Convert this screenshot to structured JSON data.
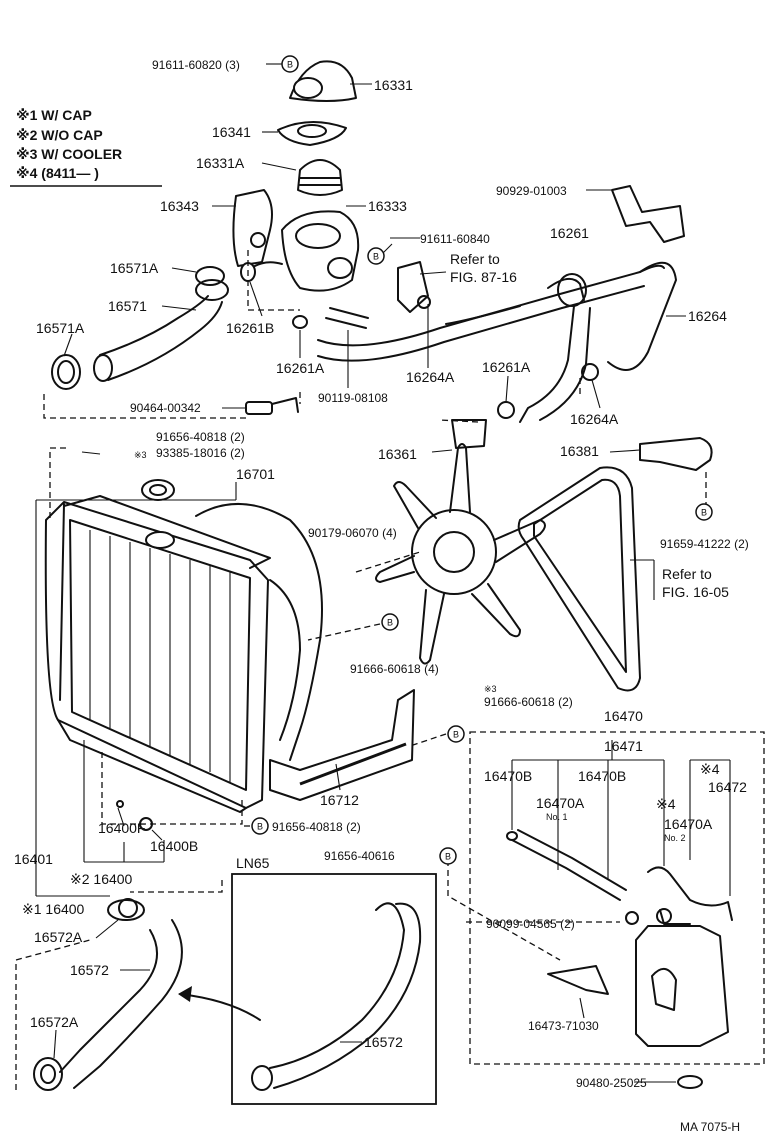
{
  "legend": {
    "items": [
      "※1 W/ CAP",
      "※2 W/O CAP",
      "※3 W/ COOLER",
      "※4 (8411—        )"
    ]
  },
  "labels": {
    "p91611_60820": "91611-60820 (3)",
    "p16331": "16331",
    "p16341": "16341",
    "p16331A": "16331A",
    "p16343": "16343",
    "p16333": "16333",
    "p91611_60840": "91611-60840",
    "p90929_01003": "90929-01003",
    "p16261": "16261",
    "refer_87_line1": "Refer to",
    "refer_87_line2": "FIG. 87-16",
    "p16571A_top": "16571A",
    "p16571": "16571",
    "p16571A_left": "16571A",
    "p16261B": "16261B",
    "p16264": "16264",
    "p16261A_left": "16261A",
    "p16264A_mid": "16264A",
    "p16261A_right": "16261A",
    "p90119_08108": "90119-08108",
    "p16264A_right": "16264A",
    "p90464_00342": "90464-00342",
    "p91656_40818_top": "91656-40818 (2)",
    "p93385_18016": "93385-18016 (2)",
    "mark_s3_bolt": "※3",
    "p16361": "16361",
    "p16381": "16381",
    "p16701": "16701",
    "p90179_06070": "90179-06070 (4)",
    "p91659_41222": "91659-41222 (2)",
    "refer_1605_line1": "Refer to",
    "refer_1605_line2": "FIG. 16-05",
    "p91666_60618_4": "91666-60618 (4)",
    "mark_s3_bracket": "※3",
    "p91666_60618_2": "91666-60618 (2)",
    "p16470": "16470",
    "p16471": "16471",
    "p16470B_left": "16470B",
    "p16470B_right": "16470B",
    "mark_s4_top": "※4",
    "p16472": "16472",
    "p16470A_1": "16470A",
    "no1": "No. 1",
    "mark_s4_mid": "※4",
    "p16470A_2": "16470A",
    "no2": "No. 2",
    "p16712": "16712",
    "p16400F": "16400F",
    "p16400B": "16400B",
    "p91656_40818_bot": "91656-40818 (2)",
    "p16401": "16401",
    "p16400_s2": "※2 16400",
    "p16400_s1": "※1 16400",
    "ln65": "LN65",
    "p91656_40616": "91656-40616",
    "p90099_04565": "90099-04565 (2)",
    "p16572A_top": "16572A",
    "p16572_left": "16572",
    "p16572A_bot": "16572A",
    "p16473_71030": "16473-71030",
    "p16572_inset": "16572",
    "p90480_25025": "90480-25025",
    "fig_code": "MA  7075-H"
  },
  "markers": {
    "b": "B"
  }
}
